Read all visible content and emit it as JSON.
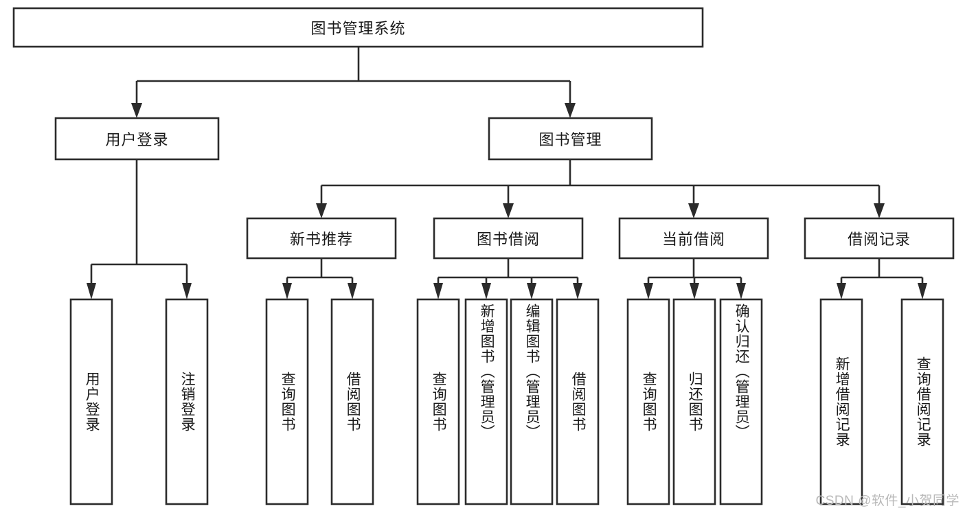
{
  "diagram": {
    "type": "tree-hierarchy",
    "orientation": "top-down",
    "root": {
      "id": "root",
      "label": "图书管理系统",
      "label_orientation": "horizontal"
    },
    "level2": [
      {
        "id": "user-login",
        "label": "用户登录",
        "label_orientation": "horizontal"
      },
      {
        "id": "book-manage",
        "label": "图书管理",
        "label_orientation": "horizontal"
      }
    ],
    "level3": [
      {
        "id": "new-book-recommend",
        "label": "新书推荐",
        "label_orientation": "horizontal",
        "parent": "book-manage"
      },
      {
        "id": "book-borrow",
        "label": "图书借阅",
        "label_orientation": "horizontal",
        "parent": "book-manage"
      },
      {
        "id": "current-borrow",
        "label": "当前借阅",
        "label_orientation": "horizontal",
        "parent": "book-manage"
      },
      {
        "id": "borrow-record",
        "label": "借阅记录",
        "label_orientation": "horizontal",
        "parent": "book-manage"
      }
    ],
    "leaves": [
      {
        "id": "leaf-user-login",
        "label": "用户登录",
        "parent": "user-login",
        "label_orientation": "vertical"
      },
      {
        "id": "leaf-logout-login",
        "label": "注销登录",
        "parent": "user-login",
        "label_orientation": "vertical"
      },
      {
        "id": "leaf-query-book-1",
        "label": "查询图书",
        "parent": "new-book-recommend",
        "label_orientation": "vertical"
      },
      {
        "id": "leaf-borrow-book-1",
        "label": "借阅图书",
        "parent": "new-book-recommend",
        "label_orientation": "vertical"
      },
      {
        "id": "leaf-query-book-2",
        "label": "查询图书",
        "parent": "book-borrow",
        "label_orientation": "vertical"
      },
      {
        "id": "leaf-add-book",
        "label": "新增图书（管理员）",
        "parent": "book-borrow",
        "label_orientation": "vertical"
      },
      {
        "id": "leaf-edit-book",
        "label": "编辑图书（管理员）",
        "parent": "book-borrow",
        "label_orientation": "vertical"
      },
      {
        "id": "leaf-borrow-book-2",
        "label": "借阅图书",
        "parent": "book-borrow",
        "label_orientation": "vertical"
      },
      {
        "id": "leaf-query-book-3",
        "label": "查询图书",
        "parent": "current-borrow",
        "label_orientation": "vertical"
      },
      {
        "id": "leaf-return-book",
        "label": "归还图书",
        "parent": "current-borrow",
        "label_orientation": "vertical"
      },
      {
        "id": "leaf-confirm-return",
        "label": "确认归还（管理员）",
        "parent": "current-borrow",
        "label_orientation": "vertical"
      },
      {
        "id": "leaf-add-record",
        "label": "新增借阅记录",
        "parent": "borrow-record",
        "label_orientation": "vertical"
      },
      {
        "id": "leaf-query-record",
        "label": "查询借阅记录",
        "parent": "borrow-record",
        "label_orientation": "vertical"
      }
    ],
    "colors": {
      "box_fill": "#ffffff",
      "box_stroke": "#2b2b2b",
      "text": "#1a1a1a",
      "background": "#ffffff",
      "watermark": "#b9b9b9"
    }
  },
  "watermark": {
    "text": "CSDN @软件_小贺同学"
  }
}
